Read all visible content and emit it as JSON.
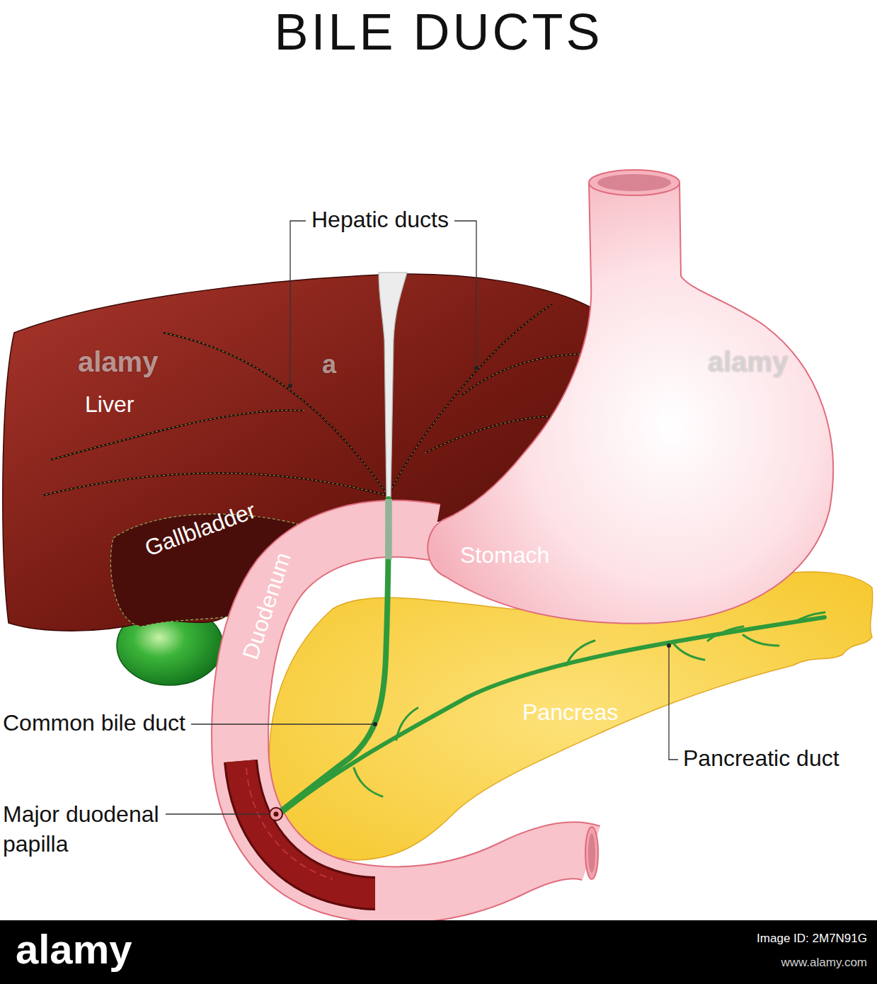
{
  "diagram": {
    "title": "BILE DUCTS",
    "labels": [
      "Hepatic ducts",
      "Liver",
      "Gallbladder",
      "Duodenum",
      "Stomach",
      "Pancreas",
      "Common bile duct",
      "Pancreatic duct",
      "Major duodenal papilla",
      "alamy",
      "alamy",
      "a",
      "alamy",
      "Image ID: 2M7N91G",
      "www.alamy.com"
    ]
  }
}
